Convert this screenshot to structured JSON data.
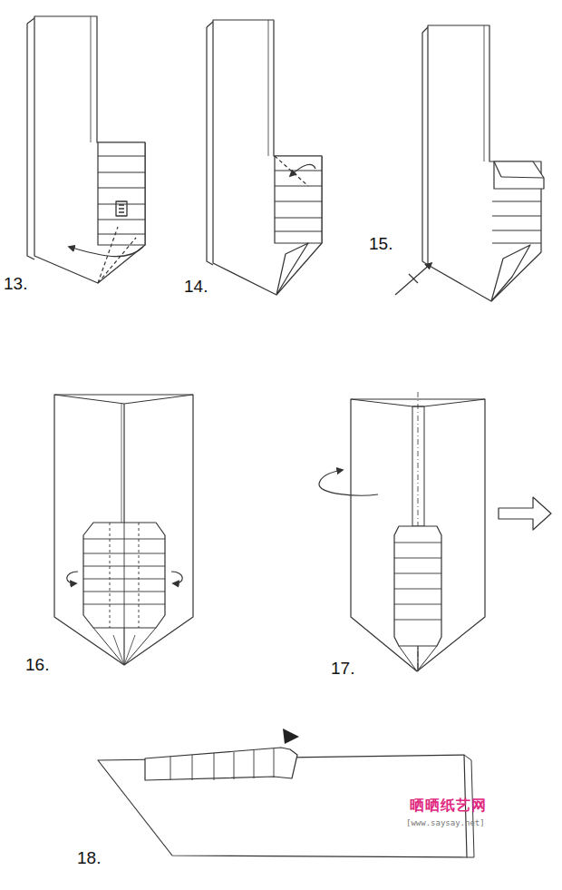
{
  "diagram": {
    "labels": [
      "13.",
      "14.",
      "15.",
      "16.",
      "17.",
      "18.",
      "晒晒纸艺网",
      "[www.saysay.net]"
    ]
  }
}
